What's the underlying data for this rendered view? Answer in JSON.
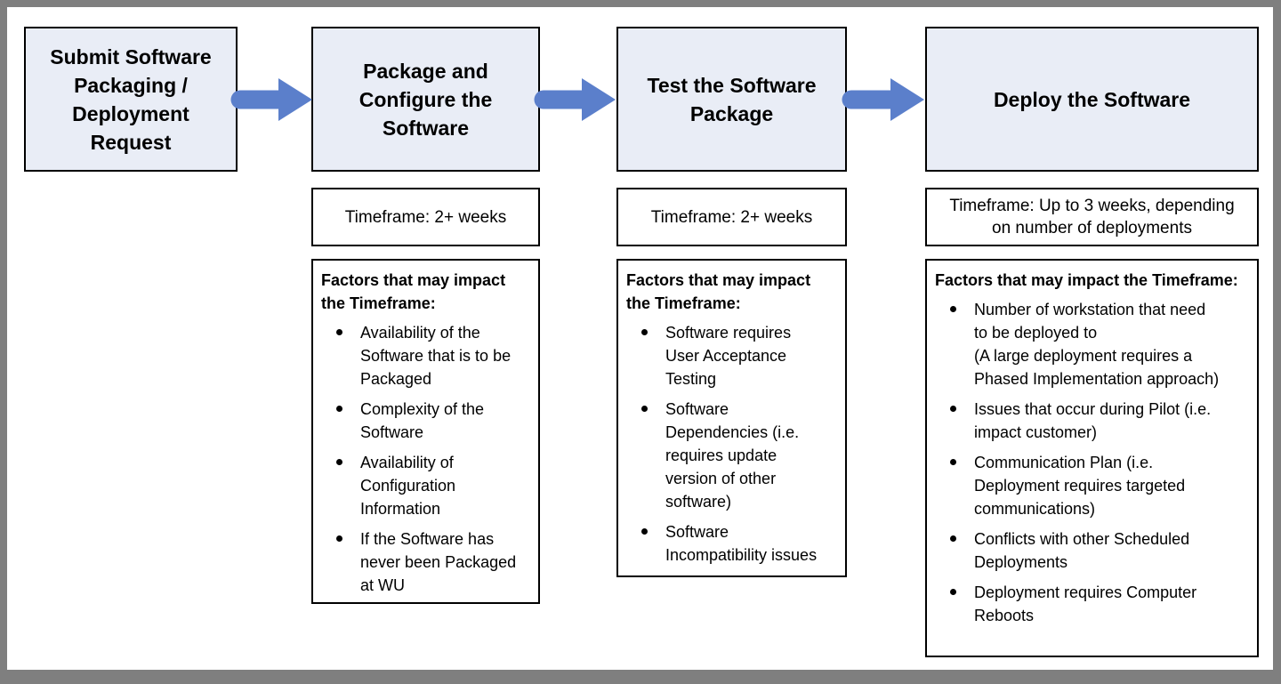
{
  "colors": {
    "frame": "#7f7f7f",
    "stage_fill": "#e9edf6",
    "box_border": "#000000",
    "arrow": "#5b7fcb",
    "text": "#000000"
  },
  "stages": [
    {
      "title": "Submit Software\nPackaging /\nDeployment\nRequest"
    },
    {
      "title": "Package and\nConfigure the\nSoftware",
      "timeframe": "Timeframe: 2+ weeks",
      "factors_heading": "Factors that may impact the Timeframe:",
      "factors": [
        "Availability of the\nSoftware that is to be\nPackaged",
        "Complexity of the\nSoftware",
        "Availability of\nConfiguration\nInformation",
        "If the Software has\nnever been Packaged\nat WU"
      ]
    },
    {
      "title": "Test the Software\nPackage",
      "timeframe": "Timeframe: 2+ weeks",
      "factors_heading": "Factors that may impact the Timeframe:",
      "factors": [
        "Software requires\nUser Acceptance\nTesting",
        "Software\nDependencies (i.e.\nrequires update\nversion of other\nsoftware)",
        "Software\nIncompatibility issues"
      ]
    },
    {
      "title": "Deploy the Software",
      "timeframe": "Timeframe: Up to 3 weeks, depending\non number of deployments",
      "factors_heading": "Factors that may impact the Timeframe:",
      "factors": [
        "Number of workstation that need\nto be deployed to\n(A large deployment requires a\nPhased Implementation approach)",
        "Issues that occur during Pilot (i.e.\nimpact customer)",
        "Communication Plan (i.e.\nDeployment requires targeted\ncommunications)",
        "Conflicts with other Scheduled\nDeployments",
        "Deployment requires Computer\nReboots"
      ]
    }
  ]
}
